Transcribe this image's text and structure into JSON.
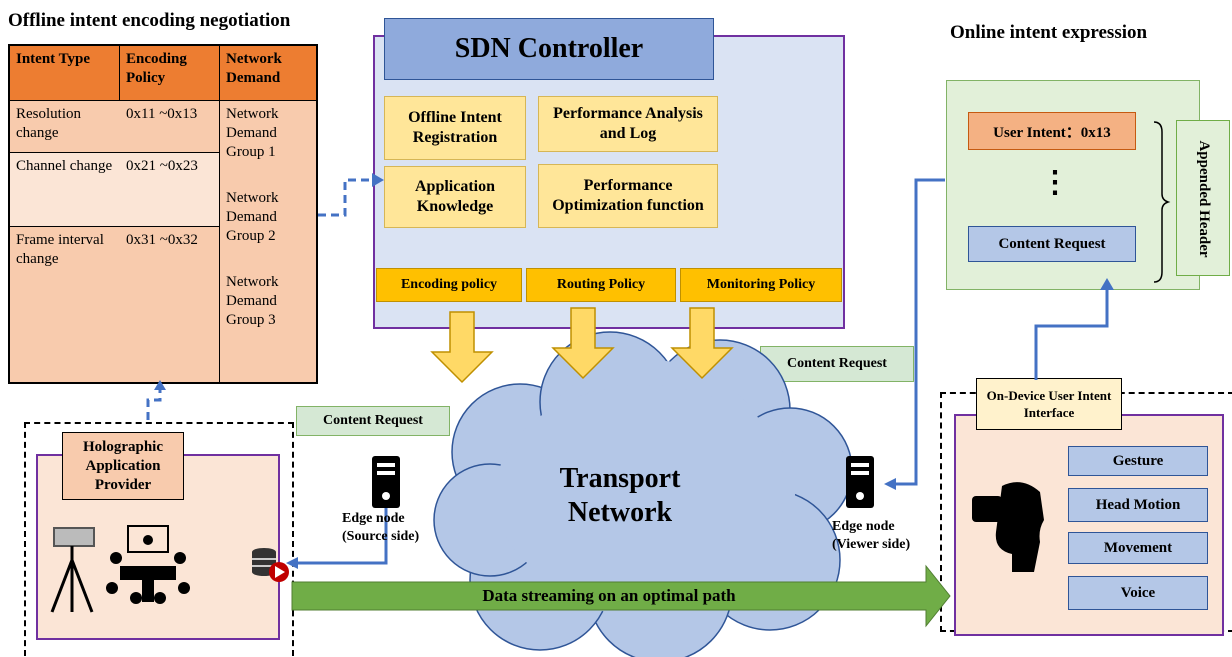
{
  "titles": {
    "offline": "Offline intent encoding negotiation",
    "online": "Online intent expression"
  },
  "table": {
    "headers": [
      "Intent Type",
      "Encoding Policy",
      "Network Demand"
    ],
    "rows": [
      {
        "type": "Resolution change",
        "code": "0x11 ~0x13"
      },
      {
        "type": "Channel change",
        "code": "0x21 ~0x23"
      },
      {
        "type": "Frame interval change",
        "code": "0x31 ~0x32"
      }
    ],
    "demand": [
      "Network Demand Group 1",
      "Network Demand Group 2",
      "Network Demand Group 3"
    ]
  },
  "sdn": {
    "title": "SDN Controller",
    "modules": [
      "Offline Intent Registration",
      "Performance Analysis and Log",
      "Application Knowledge",
      "Performance Optimization function"
    ],
    "policies": [
      "Encoding policy",
      "Routing Policy",
      "Monitoring Policy"
    ]
  },
  "online": {
    "user_intent": "User Intent：0x13",
    "dots": "⋮",
    "content_request": "Content Request",
    "appended_header": "Appended Header"
  },
  "labels": {
    "content_request_right": "Content Request",
    "content_request_left": "Content Request",
    "transport": "Transport Network",
    "edge_source": "Edge node (Source side)",
    "edge_viewer": "Edge node (Viewer side)",
    "streaming": "Data streaming on an optimal path"
  },
  "provider": {
    "title": "Holographic Application Provider"
  },
  "device": {
    "title": "On-Device User Intent Interface",
    "buttons": [
      "Gesture",
      "Head Motion",
      "Movement",
      "Voice"
    ]
  },
  "colors": {
    "orange": "#ed7d31",
    "yellow": "#ffe699",
    "gold": "#ffc000",
    "light_blue": "#dae3f3",
    "cloud": "#b4c7e7",
    "green": "#70ad47",
    "purple": "#7030a0"
  }
}
